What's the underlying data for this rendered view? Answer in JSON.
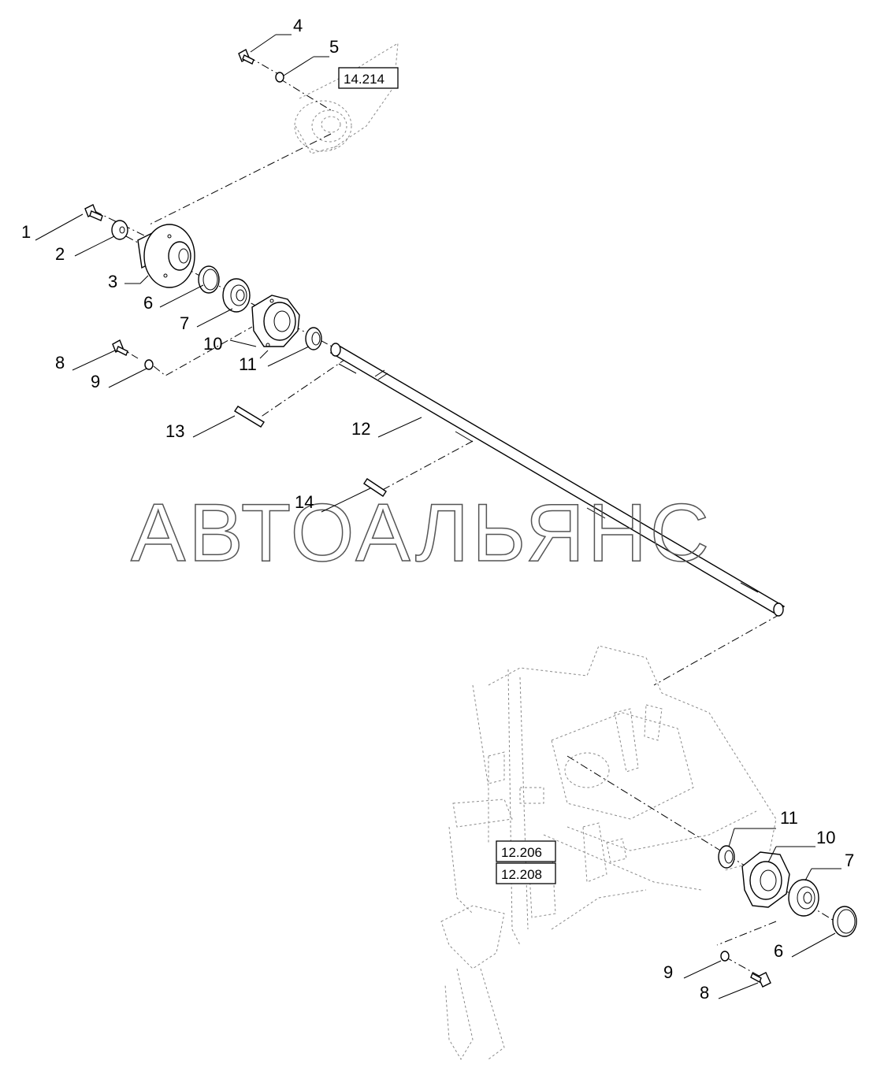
{
  "watermark": "АВТОАЛЬЯНС",
  "references": {
    "top_ref": "14.214",
    "frame_ref_1": "12.206",
    "frame_ref_2": "12.208"
  },
  "callouts": {
    "c1": "1",
    "c2": "2",
    "c3": "3",
    "c4": "4",
    "c5": "5",
    "c6_left": "6",
    "c7_left": "7",
    "c8_left": "8",
    "c9_left": "9",
    "c10_left": "10",
    "c11_left": "11",
    "c12": "12",
    "c13": "13",
    "c14": "14",
    "c11_right": "11",
    "c10_right": "10",
    "c7_right": "7",
    "c6_right": "6",
    "c9_right": "9",
    "c8_right": "8"
  }
}
